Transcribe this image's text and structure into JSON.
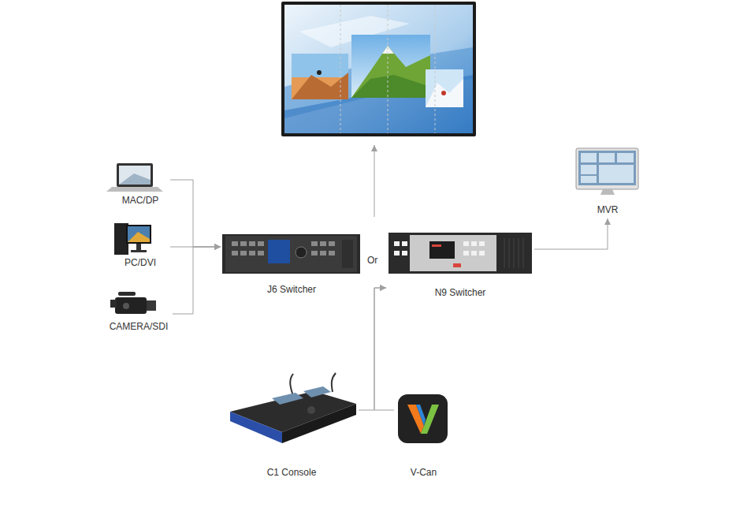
{
  "diagram": {
    "nodes": [
      {
        "text": [
          "MAC/DP"
        ]
      },
      {
        "text": [
          "PC/DVI"
        ]
      },
      {
        "text": [
          "CAMERA/SDI"
        ]
      },
      {
        "text": [
          "J6 Switcher"
        ]
      },
      {
        "text": [
          "N9 Switcher"
        ]
      },
      {
        "text": [
          "MVR"
        ]
      },
      {
        "text": [
          "C1 Console"
        ]
      },
      {
        "text": [
          "V-Can"
        ]
      }
    ],
    "edges": [
      {
        "from": 0,
        "to": 3,
        "arrow": "to"
      },
      {
        "from": 1,
        "to": 3,
        "arrow": "to"
      },
      {
        "from": 2,
        "to": 3,
        "arrow": "to"
      },
      {
        "from": 4,
        "to": 5,
        "arrow": "to"
      },
      {
        "from": 6,
        "to": 4,
        "arrow": "to"
      },
      {
        "from": 7,
        "to": 4,
        "arrow": "to"
      }
    ],
    "labels": [
      "Or"
    ]
  }
}
